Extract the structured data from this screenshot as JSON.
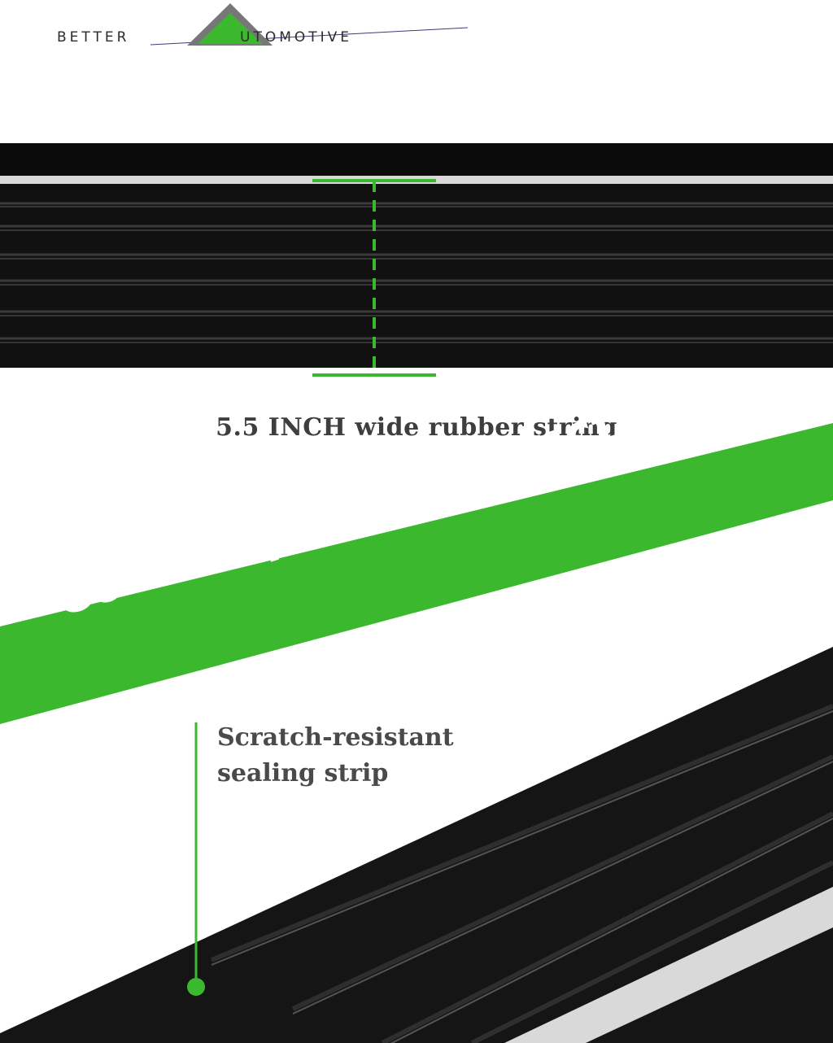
{
  "brand": {
    "name_left": "BETTER",
    "name_right": "UTOMOTIVE",
    "accent": "#3cb82e"
  },
  "top_feature": {
    "label": "5.5 INCH wide rubber string"
  },
  "banner": {
    "headline": "Contemporary Structure",
    "color": "#3cb82e"
  },
  "callout": {
    "line1": "Scratch-resistant",
    "line2": "sealing strip"
  },
  "icons": [
    "logo-triangle-icon",
    "dimension-marker-icon",
    "callout-pin-icon"
  ]
}
